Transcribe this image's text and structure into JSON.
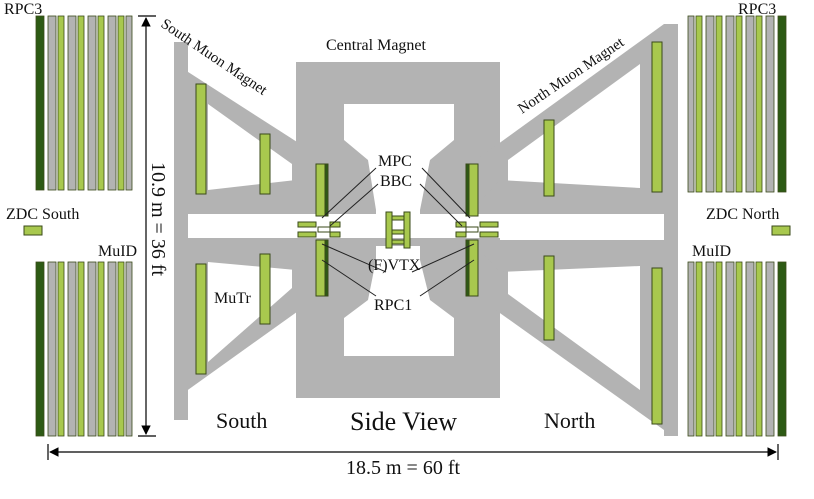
{
  "labels": {
    "rpc3_left": "RPC3",
    "rpc3_right": "RPC3",
    "central_magnet": "Central Magnet",
    "south_muon_magnet": "South Muon Magnet",
    "north_muon_magnet": "North Muon Magnet",
    "mpc": "MPC",
    "bbc": "BBC",
    "zdc_south": "ZDC South",
    "zdc_north": "ZDC North",
    "muid_left": "MuID",
    "muid_right": "MuID",
    "fvtx": "(F)VTX",
    "mutr": "MuTr",
    "rpc1": "RPC1",
    "south": "South",
    "side_view": "Side View",
    "north": "North"
  },
  "dimensions": {
    "height": "10.9 m =  36 ft",
    "width": "18.5 m =  60 ft"
  },
  "colors": {
    "magnet": "#b3b3b3",
    "detector_light": "#a8c84e",
    "detector_dark": "#2d5a14",
    "outline": "#3a4a1a",
    "text": "#111111"
  }
}
